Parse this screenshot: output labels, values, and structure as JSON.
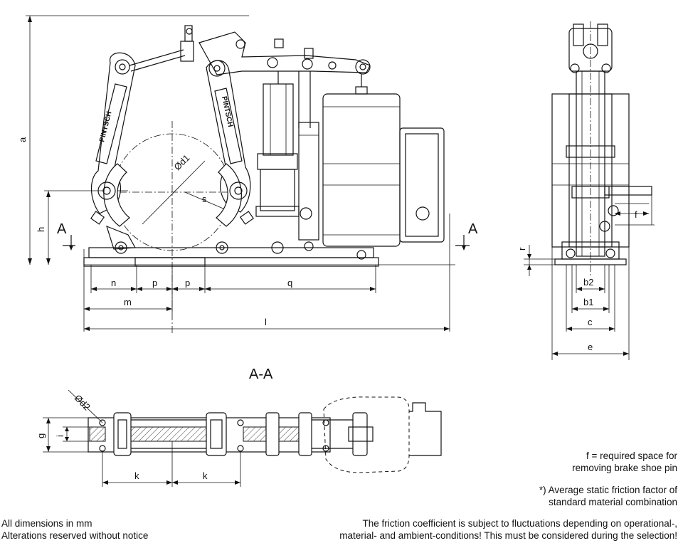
{
  "section_title": "A-A",
  "section_marker": "A",
  "dimension_labels": {
    "a": "a",
    "h": "h",
    "n": "n",
    "p": "p",
    "q": "q",
    "m": "m",
    "l": "l",
    "d1": "Ød1",
    "s": "s",
    "f": "f",
    "r": "r",
    "b2": "b2",
    "b1": "b1",
    "c": "c",
    "e": "e",
    "d2": "Ød2",
    "g": "g",
    "i": "i",
    "k": "k"
  },
  "arm_brand_text": "PINTSCH",
  "notes": {
    "f_note": [
      "f = required space for",
      "removing brake shoe pin"
    ],
    "friction_note": [
      "*) Average static friction factor of",
      "standard material combination"
    ],
    "dimensions_note": [
      "All dimensions in mm",
      "Alterations reserved without notice"
    ],
    "coefficient_note": [
      "The friction coefficient is subject to fluctuations depending on operational-,",
      "material- and ambient-conditions! This must be considered during the selection!"
    ]
  }
}
